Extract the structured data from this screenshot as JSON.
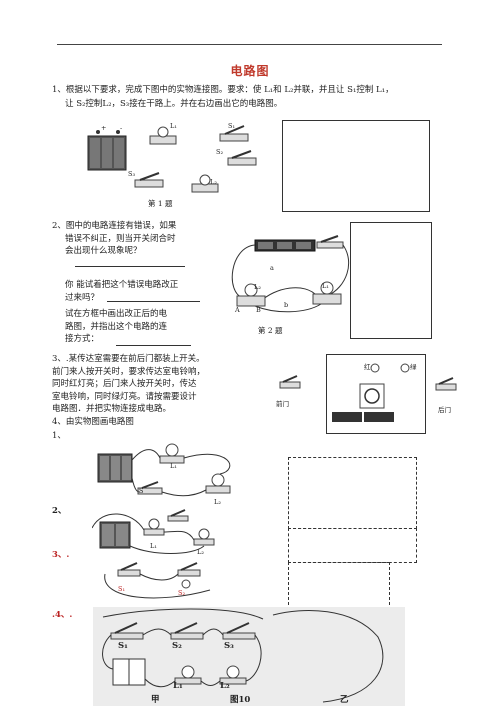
{
  "title": "电路图",
  "q1": {
    "line1": "1、根据以下要求，完成下图中的实物连接图。要求：使 L₁和 L₂并联，并且让 S₁控制 L₁，",
    "line2": "让 S₂控制L₂，S₃接在干路上。并在右边画出它的电路图。",
    "fig_caption": "第 1 题",
    "labels": {
      "plus": "+",
      "minus": "-",
      "L1": "L₁",
      "L2": "L₂",
      "S1": "S₁",
      "S2": "S₂",
      "S3": "S₃"
    }
  },
  "q2": {
    "lines": [
      "2、图中的电路连接有错误，如果",
      "错误不纠正，则当开关闭合时",
      "会出现什么现象呢？"
    ],
    "lines2": [
      "你 能试着把这个错误电路改正",
      "过来吗？"
    ],
    "lines3": [
      "试在方框中画出改正后的电",
      "路图，并指出这个电路的连",
      "接方式："
    ],
    "fig_caption": "第 2 题",
    "labels": {
      "a": "a",
      "b": "b",
      "A": "A",
      "B": "B",
      "L1": "L₁",
      "L2": "L₂"
    }
  },
  "q3": {
    "lines": [
      "3、.某传达室需要在前后门都装上开关。",
      "前门来人按开关时，要求传达室电铃响，",
      "同时红灯亮；后门来人按开关时，传达",
      "室电铃响，同时绿灯亮。请按需要设计",
      "电路图．并把实物连接成电路。"
    ],
    "labels": {
      "red": "红",
      "green": "绿",
      "front": "前门",
      "back": "后门"
    }
  },
  "q4": {
    "heading": "4、由实物图画电路图",
    "items": [
      "1、",
      "2、",
      "3、.",
      ".4、."
    ],
    "labels": {
      "L1": "L₁",
      "L2": "L₂",
      "S": "S",
      "L1b": "L₁",
      "L2b": "L₂",
      "S1": "S₁",
      "S2": "S₂",
      "S1c": "S₁",
      "S2c": "S₂",
      "S3c": "S₃",
      "L1c": "L₁",
      "L2c": "L₂"
    },
    "fig_caption": "图10",
    "left_label": "甲",
    "right_label": "乙"
  }
}
